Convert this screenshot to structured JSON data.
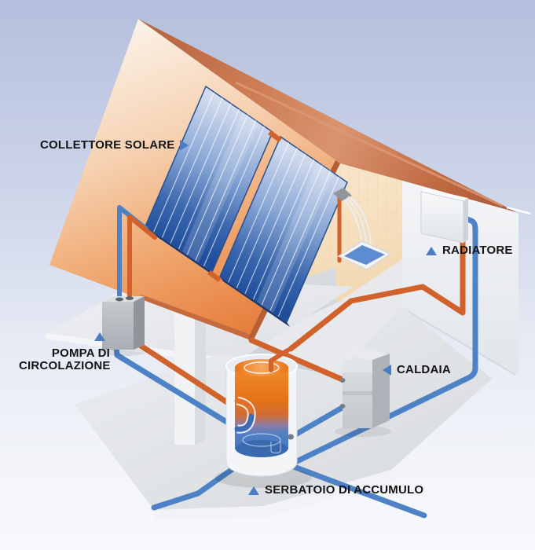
{
  "diagram": {
    "labels": {
      "collettore": {
        "text": "COLLETTORE SOLARE",
        "arrow": "right"
      },
      "radiatore": {
        "text": "RADIATORE",
        "arrow": "up"
      },
      "pompa": {
        "line1": "POMPA DI",
        "line2": "CIRCOLAZIONE",
        "arrow": "up"
      },
      "caldaia": {
        "text": "CALDAIA",
        "arrow": "left"
      },
      "serbatoio": {
        "text": "SERBATOIO DI ACCUMULO",
        "arrow": "up"
      }
    },
    "components": [
      "solar-collector-panels",
      "circulation-pump",
      "storage-tank",
      "boiler",
      "radiator",
      "shower"
    ],
    "colors": {
      "hot_pipe": "#D2622B",
      "cold_pipe": "#4E82C6",
      "arrow_blue": "#4A7DC4",
      "roof_orange": "#E8793F",
      "fascia_copper": "#C06A44",
      "panel_blue_dark": "#1E4E9B",
      "panel_blue_light": "#CDD8EC",
      "tank_hot_top": "#EF8320",
      "tank_cold_bottom": "#3F6FB5",
      "label_text": "#141414"
    }
  }
}
